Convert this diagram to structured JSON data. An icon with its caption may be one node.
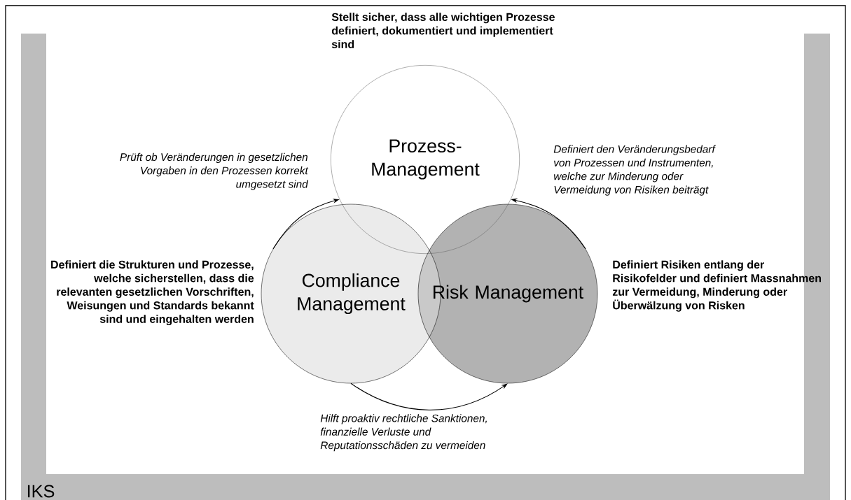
{
  "diagram": {
    "nodes": [
      {
        "text": [
          "IKS"
        ]
      },
      {
        "text": [
          "Prozess- Management"
        ],
        "beside": [
          "Stellt sicher, dass alle wichtigen Prozesse definiert, dokumentiert und implementiert sind"
        ]
      },
      {
        "text": [
          "Compliance Management"
        ],
        "beside": [
          "Definiert die Strukturen und Prozesse, welche sicherstellen, dass die relevanten gesetzlichen Vorschriften, Weisungen und Standards bekannt sind und eingehalten werden"
        ]
      },
      {
        "text": [
          "Risk Management"
        ],
        "beside": [
          "Definiert Risiken entlang der Risikofelder und definiert Massnahmen zur Vermeidung, Minderung oder Überwälzung von Risken"
        ]
      }
    ],
    "edges": [
      {
        "from": 2,
        "to": 1,
        "arrow": "to",
        "label": "Prüft ob Veränderungen in gesetzlichen Vorgaben in den Prozessen korrekt umgesetzt sind"
      },
      {
        "from": 3,
        "to": 1,
        "arrow": "to",
        "label": "Definiert den Veränderungsbedarf von Prozessen und Instrumenten, welche zur Minderung oder Vermeidung von Risiken beiträgt"
      },
      {
        "from": 2,
        "to": 3,
        "arrow": "to",
        "label": "Hilft proaktiv rechtliche Sanktionen, finanzielle Verluste und Reputationsschäden zu vermeiden"
      }
    ]
  }
}
